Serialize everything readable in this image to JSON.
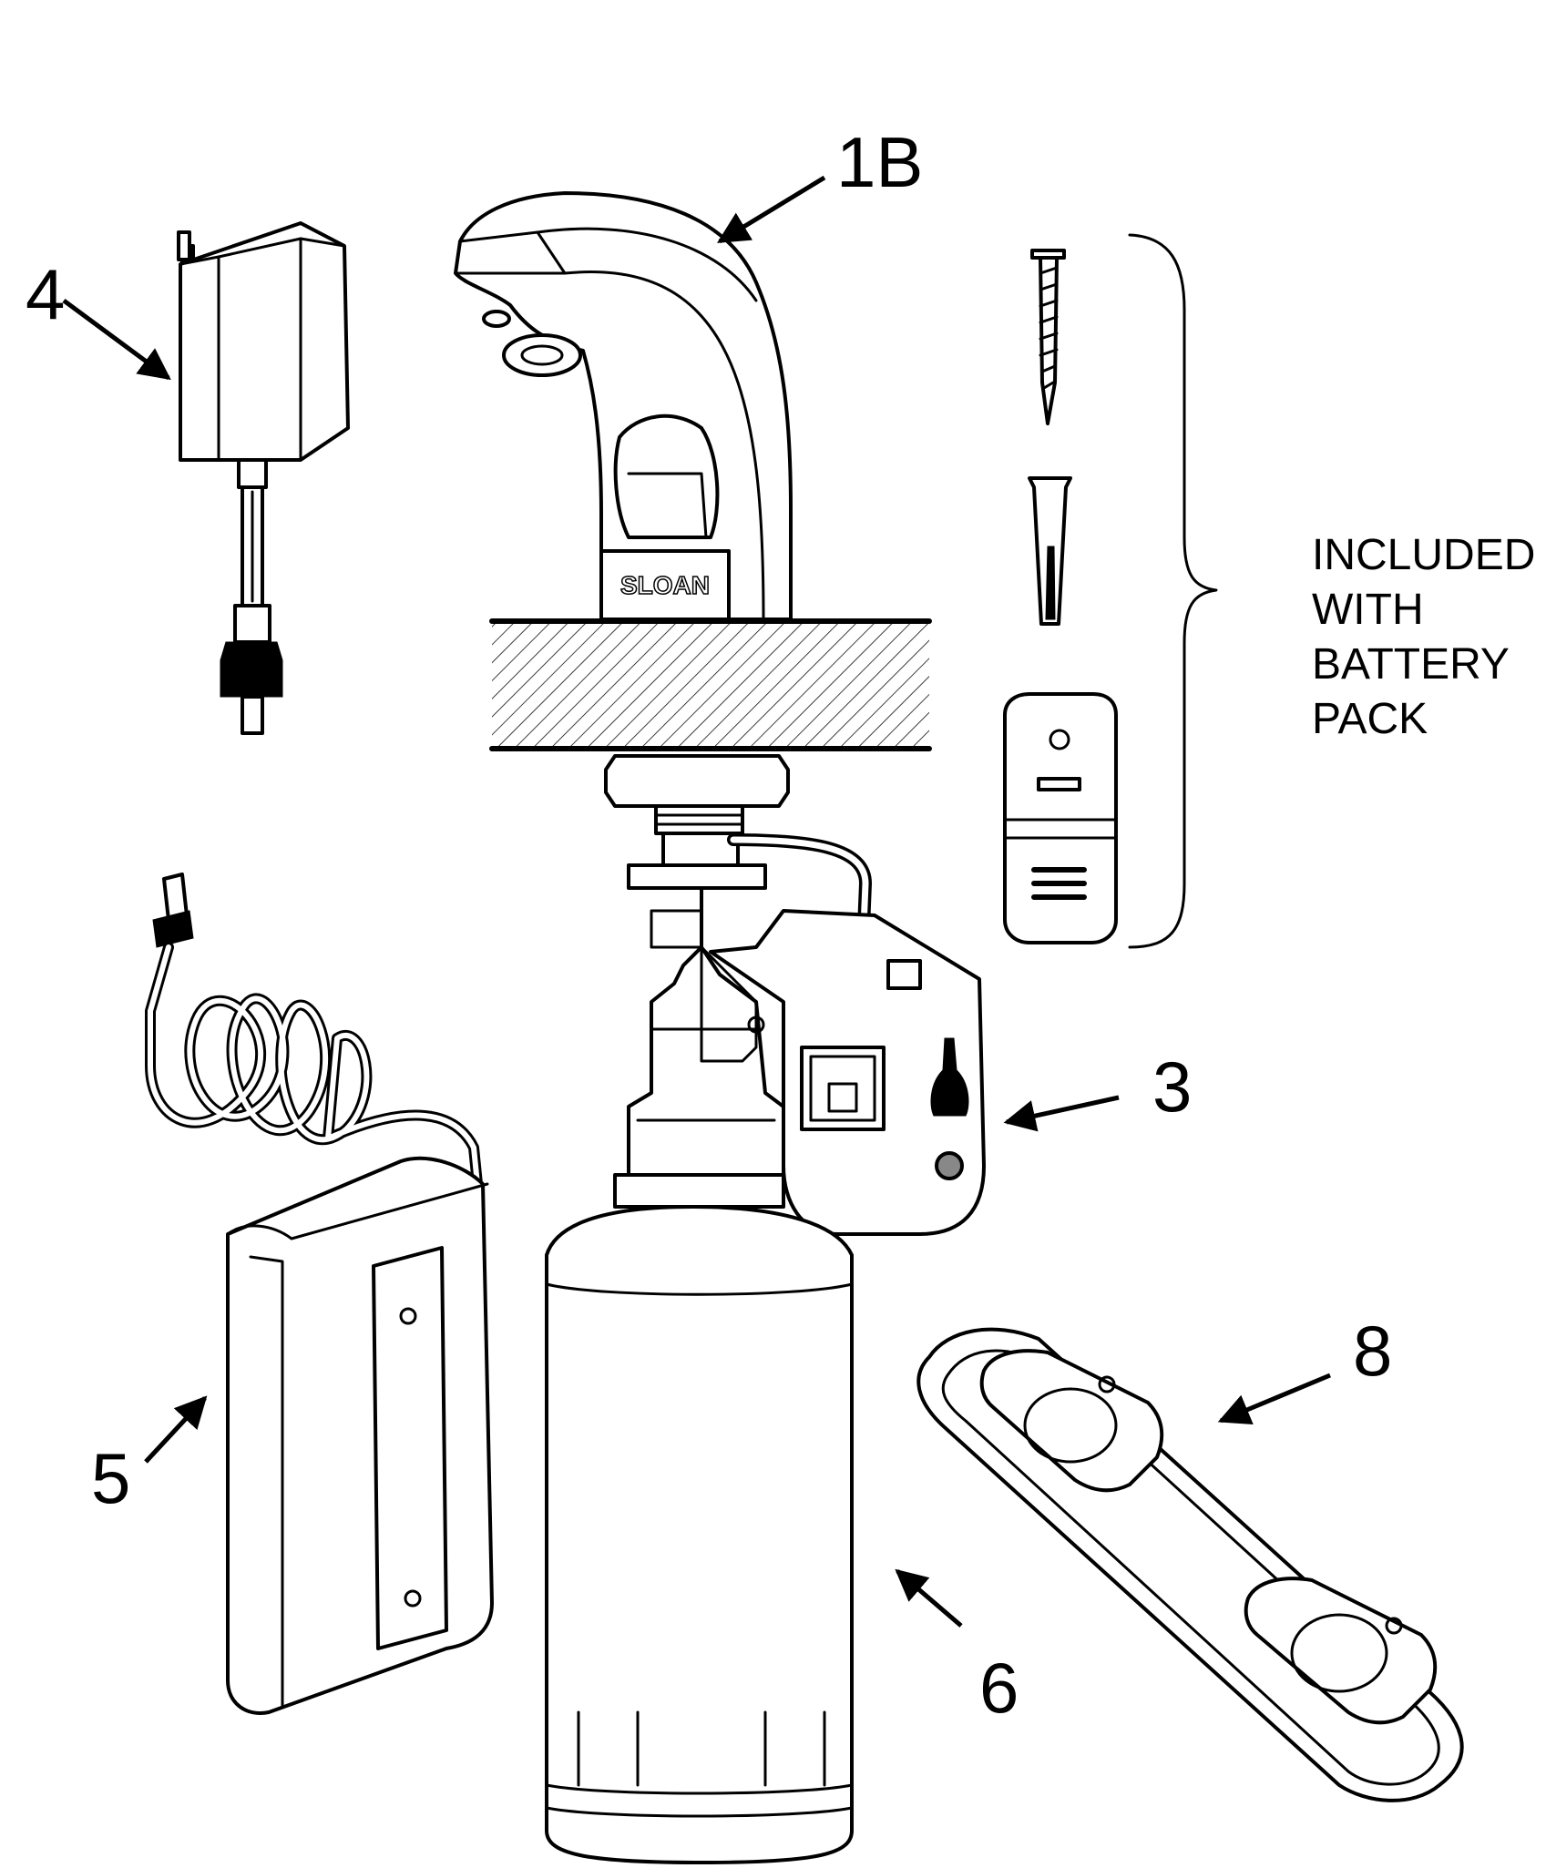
{
  "labels": {
    "faucet": "1B",
    "transformer": "4",
    "control_module": "3",
    "battery_pack": "5",
    "soap_bottle": "6",
    "sensor_plate": "8"
  },
  "included_note": [
    "INCLUDED",
    "WITH",
    "BATTERY",
    "PACK"
  ],
  "brand": "SLOAN"
}
